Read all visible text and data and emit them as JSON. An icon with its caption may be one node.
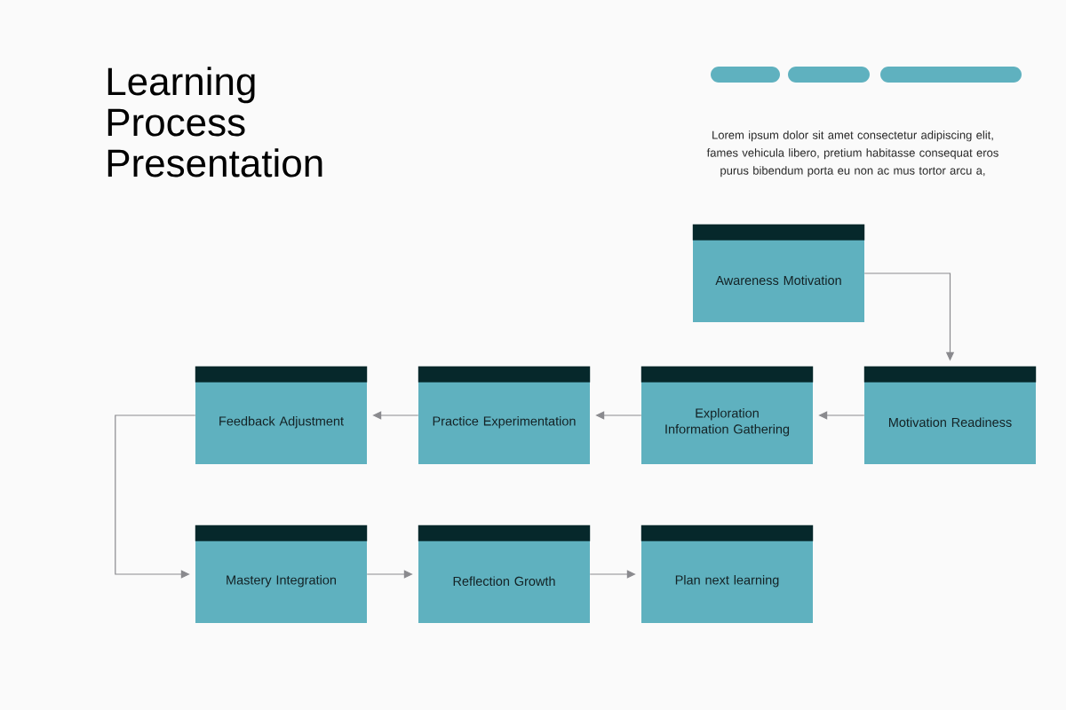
{
  "diagram": {
    "title": "Learning Process Presentation",
    "nodes": [
      {
        "text": [
          "Awareness Motivation"
        ]
      },
      {
        "text": [
          "Feedback Adjustment"
        ]
      },
      {
        "text": [
          "Practice Experimentation"
        ]
      },
      {
        "text": [
          "Exploration Information Gathering"
        ]
      },
      {
        "text": [
          "Motivation Readiness"
        ]
      },
      {
        "text": [
          "Mastery Integration"
        ]
      },
      {
        "text": [
          "Reflection Growth"
        ]
      },
      {
        "text": [
          "Plan next learning"
        ]
      }
    ],
    "edges": [
      {
        "from": 0,
        "to": 4,
        "arrow": "to"
      },
      {
        "from": 4,
        "to": 3,
        "arrow": "to"
      },
      {
        "from": 3,
        "to": 2,
        "arrow": "to"
      },
      {
        "from": 2,
        "to": 1,
        "arrow": "to"
      },
      {
        "from": 1,
        "to": 5,
        "arrow": "to"
      },
      {
        "from": 5,
        "to": 6,
        "arrow": "to"
      },
      {
        "from": 6,
        "to": 7,
        "arrow": "to"
      }
    ],
    "labels": [
      "Lorem ipsum dolor sit amet consectetur adipiscing elit, fames vehicula libero, pretium habitasse consequat eros purus bibendum porta eu non ac mus tortor arcu a,"
    ]
  }
}
